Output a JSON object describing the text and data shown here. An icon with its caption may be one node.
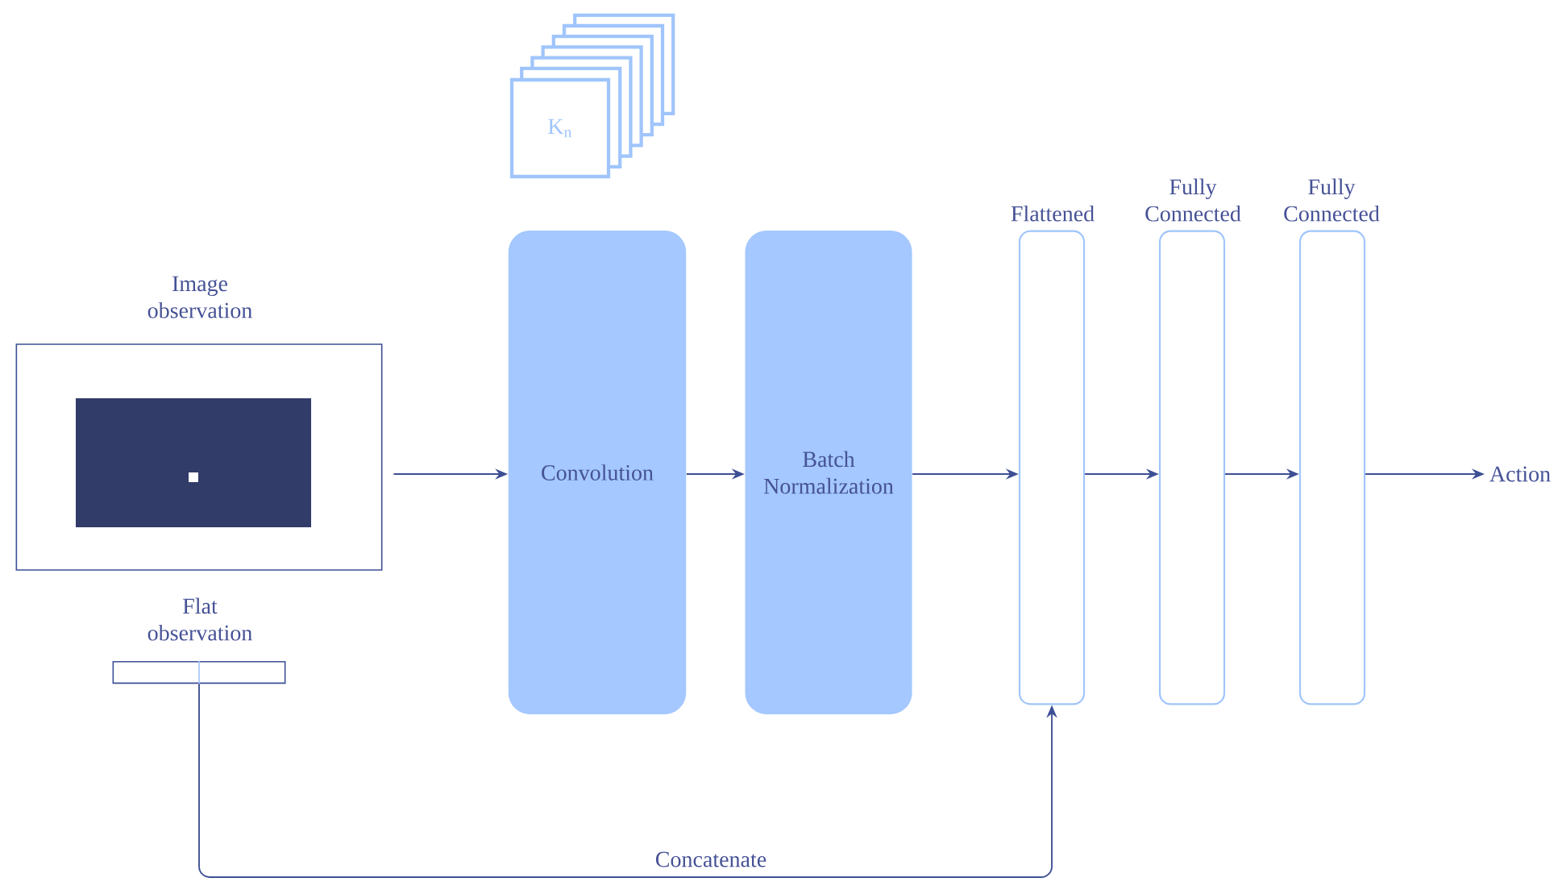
{
  "diagram": {
    "nodes": [
      {
        "text": [
          "Image observation"
        ]
      },
      {
        "text": [
          "Flat observation"
        ]
      },
      {
        "text": [
          "K$_{n}$"
        ]
      },
      {
        "text": [
          "Convolution"
        ]
      },
      {
        "text": [
          "Batch Normalization"
        ]
      },
      {
        "text": [
          "Flattened"
        ]
      },
      {
        "text": [
          "Fully Connected"
        ]
      },
      {
        "text": [
          "Fully Connected"
        ]
      },
      {
        "text": [
          "Action"
        ]
      }
    ],
    "edges": [
      {
        "from": 0,
        "to": 3,
        "arrow": "to"
      },
      {
        "from": 3,
        "to": 4,
        "arrow": "to"
      },
      {
        "from": 4,
        "to": 5,
        "arrow": "to"
      },
      {
        "from": 5,
        "to": 6,
        "arrow": "to"
      },
      {
        "from": 6,
        "to": 7,
        "arrow": "to"
      },
      {
        "from": 7,
        "to": 8,
        "arrow": "to"
      },
      {
        "from": 1,
        "to": 5,
        "arrow": "to",
        "label": "Concatenate"
      }
    ]
  }
}
